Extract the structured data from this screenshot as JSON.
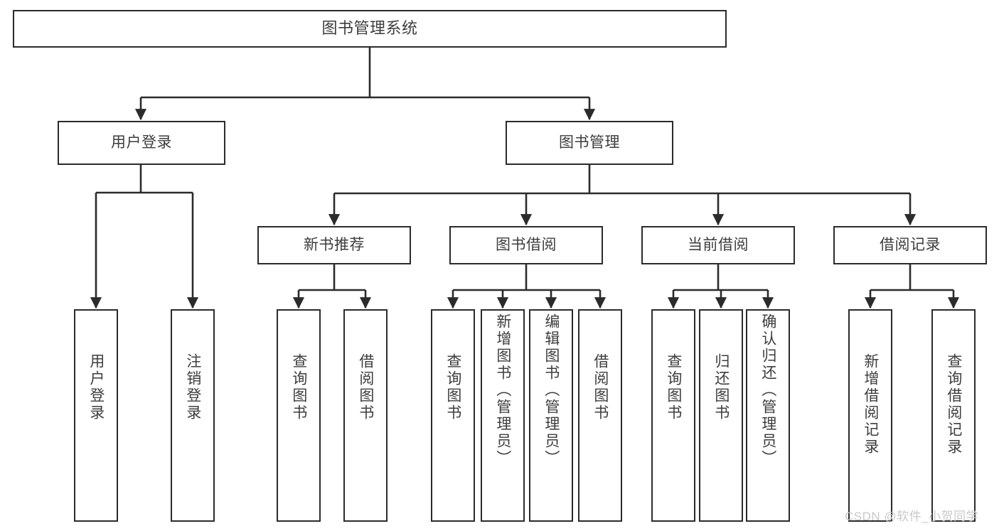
{
  "diagram": {
    "title": "图书管理系统",
    "type": "tree-hierarchy-diagram",
    "colors": {
      "stroke": "#2b2b2b",
      "fill": "#ffffff",
      "text": "#3d3d3d",
      "watermark": "#c9c9c9"
    },
    "nodes": {
      "root": {
        "label": "图书管理系统"
      },
      "level2": [
        {
          "id": "user-login",
          "label": "用户登录"
        },
        {
          "id": "book-management",
          "label": "图书管理"
        }
      ],
      "level3": [
        {
          "id": "new-book-recommend",
          "label": "新书推荐"
        },
        {
          "id": "book-borrow",
          "label": "图书借阅"
        },
        {
          "id": "current-borrow",
          "label": "当前借阅"
        },
        {
          "id": "borrow-record",
          "label": "借阅记录"
        }
      ],
      "leaves": {
        "user_login": [
          {
            "id": "leaf-user-login",
            "label": "用户登录"
          },
          {
            "id": "leaf-logout",
            "label": "注销登录"
          }
        ],
        "new_book_recommend": [
          {
            "id": "leaf-query-book-1",
            "label": "查询图书"
          },
          {
            "id": "leaf-borrow-book-1",
            "label": "借阅图书"
          }
        ],
        "book_borrow": [
          {
            "id": "leaf-query-book-2",
            "label": "查询图书"
          },
          {
            "id": "leaf-add-book",
            "label": "新增图书（管理员）"
          },
          {
            "id": "leaf-edit-book",
            "label": "编辑图书（管理员）"
          },
          {
            "id": "leaf-borrow-book-2",
            "label": "借阅图书"
          }
        ],
        "current_borrow": [
          {
            "id": "leaf-query-book-3",
            "label": "查询图书"
          },
          {
            "id": "leaf-return-book",
            "label": "归还图书"
          },
          {
            "id": "leaf-confirm-return",
            "label": "确认归还（管理员）"
          }
        ],
        "borrow_record": [
          {
            "id": "leaf-add-record",
            "label": "新增借阅记录"
          },
          {
            "id": "leaf-query-record",
            "label": "查询借阅记录"
          }
        ]
      }
    },
    "watermark": "CSDN @软件_小贺同学"
  }
}
